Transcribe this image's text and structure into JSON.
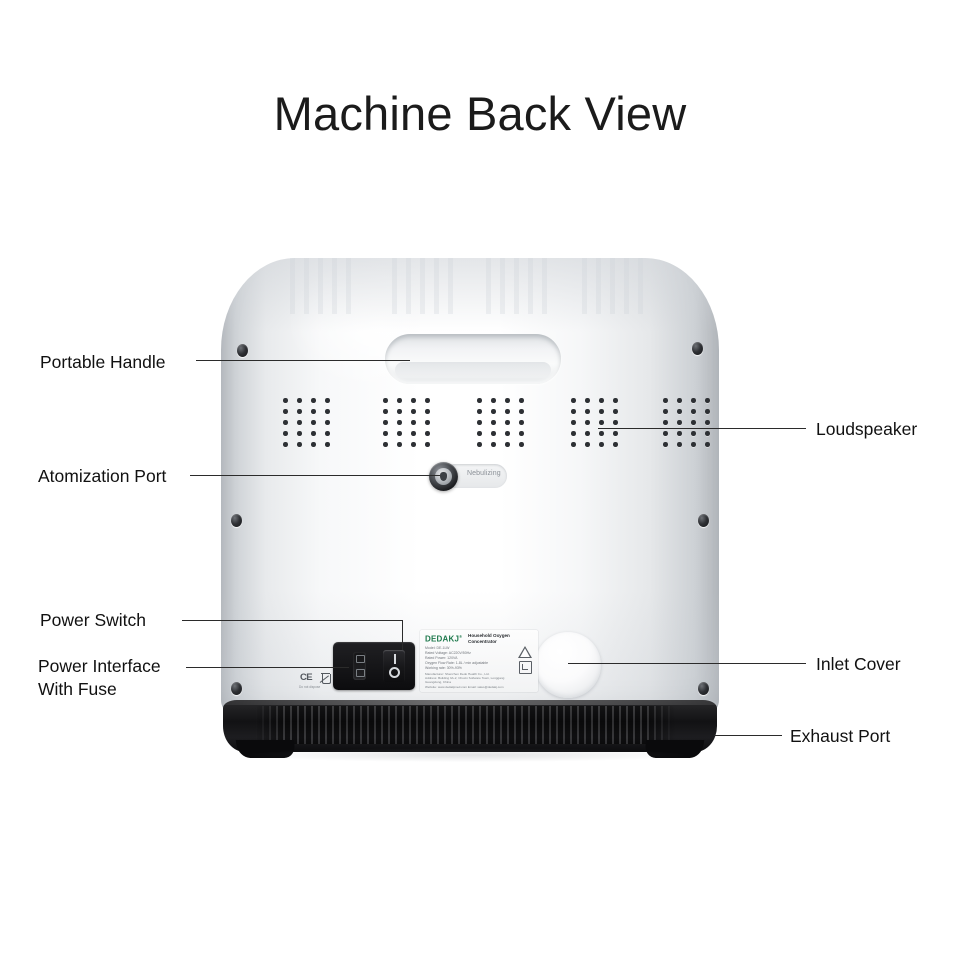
{
  "page": {
    "title": "Machine Back View",
    "background_color": "#ffffff"
  },
  "callouts": {
    "left": [
      {
        "name": "portable-handle",
        "label": "Portable Handle"
      },
      {
        "name": "atomization-port",
        "label": "Atomization Port"
      },
      {
        "name": "power-switch",
        "label": "Power Switch"
      },
      {
        "name": "power-interface-with-fuse",
        "label": "Power Interface\nWith Fuse"
      }
    ],
    "right": [
      {
        "name": "loudspeaker",
        "label": "Loudspeaker"
      },
      {
        "name": "inlet-cover",
        "label": "Inlet Cover"
      },
      {
        "name": "exhaust-port",
        "label": "Exhaust Port"
      }
    ]
  },
  "device": {
    "nebulizing_port_label": "Nebulizing",
    "spec_label": {
      "brand": "DEDAKJ",
      "brand_superscript": "®",
      "brand_color": "#1f7a4d",
      "product_title": "Household\nOxygen Concentrator",
      "lines": [
        "Model: DE-1LW",
        "Rated Voltage: AC220V/50Hz",
        "Rated Power: 120VA",
        "Oxygen Flow Rate: 1-8L / min adjustable",
        "Working rate: 30%-93%"
      ],
      "footer_lines": [
        "Manufacturer: Shenzhen Dedo Health Co., Ltd.",
        "Address: Building 3A-2, Chuxin Software Town, Longgang",
        "Guangdong, China",
        "Website: www.dedakjmed.com     Email: sales@dedakj.com"
      ],
      "symbols": [
        "warning-triangle",
        "consult-manual-box"
      ]
    },
    "certification_marks": [
      "CE",
      "WEEE"
    ],
    "ce_text": "CE",
    "weee_caption": "Do not dispose",
    "power_switch_markings": {
      "on": "I",
      "off": "O"
    }
  }
}
